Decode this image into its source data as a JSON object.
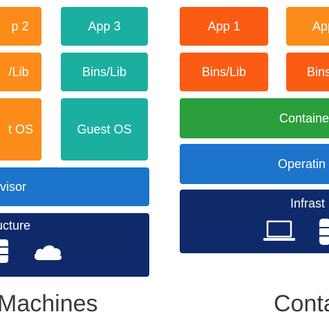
{
  "vm": {
    "app_a": "p 2",
    "app_b": "App 3",
    "bins_a": "/Lib",
    "bins_b": "Bins/Lib",
    "guest_a": "t OS",
    "guest_b": "Guest OS",
    "hypervisor": "rvisor",
    "infrastructure": "ucture",
    "caption": "Machines"
  },
  "containers": {
    "app_1": "App 1",
    "app_2": "App",
    "bins_1": "Bins/Lib",
    "bins_2": "Bins",
    "engine": "Containe",
    "os": "Operatin",
    "infrastructure": "Infrast",
    "caption": "Conta"
  },
  "icons": [
    "database-icon",
    "cloud-icon",
    "laptop-icon",
    "database-icon"
  ],
  "colors": {
    "app_orange": "#fb8c1a",
    "app_red": "#fb5c14",
    "guest_teal": "#1bafa0",
    "layer_blue": "#1c74cb",
    "infra_navy": "#0f2a6b",
    "engine_green": "#2a9f3c"
  }
}
